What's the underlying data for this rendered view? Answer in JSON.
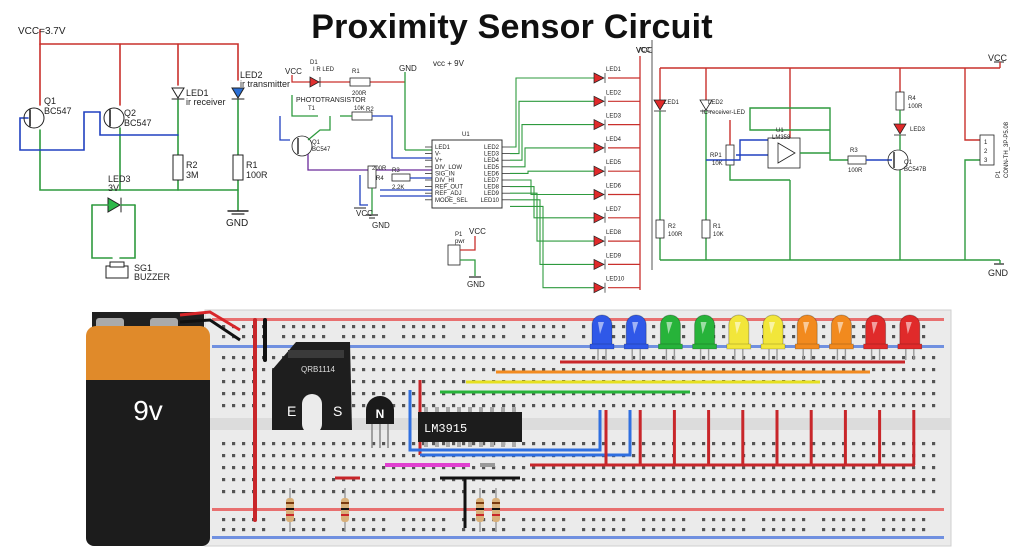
{
  "title": "Proximity Sensor Circuit",
  "schematic1": {
    "vcc": "VCC=3.7V",
    "q1": "Q1",
    "q1_part": "BC547",
    "q2": "Q2",
    "q2_part": "BC547",
    "led1": "LED1",
    "led1_desc": "ir receiver",
    "led2": "LED2",
    "led2_desc": "ir transmitter",
    "r2": "R2",
    "r2_val": "3M",
    "r1": "R1",
    "r1_val": "100R",
    "led3": "LED3",
    "led3_val": "3V",
    "sg1": "SG1",
    "sg1_desc": "BUZZER",
    "gnd": "GND"
  },
  "schematic2": {
    "vcc": "VCC",
    "vcc9": "vcc + 9V",
    "gnd": "GND",
    "d1": "D1",
    "d1_desc": "I R LED",
    "r1": "R1",
    "r1_val": "200R",
    "photo": "PHOTOTRANSISTOR",
    "t1": "T1",
    "r2_val": "10K",
    "r2": "R2",
    "q1": "Q1",
    "q1_part": "BC547",
    "r4_val": "200R",
    "r4": "R4",
    "r3": "R3",
    "r3_val": "2.2K",
    "u1": "U1",
    "ic_left_pins": [
      "LED1",
      "V-",
      "V+",
      "DIV_LOW",
      "SIG_IN",
      "DIV_HI",
      "REF_OUT",
      "REF_ADJ",
      "MODE_SEL"
    ],
    "ic_right_pins": [
      "LED2",
      "LED3",
      "LED4",
      "LED5",
      "LED6",
      "LED7",
      "LED8",
      "LED9",
      "LED10"
    ],
    "leds": [
      "LED1",
      "LED2",
      "LED3",
      "LED4",
      "LED5",
      "LED6",
      "LED7",
      "LED8",
      "LED9",
      "LED10"
    ],
    "p1": "P1",
    "p1_desc": "pwr"
  },
  "schematic3": {
    "vcc_left": "VCC",
    "vcc_right": "VCC",
    "led1": "LED1",
    "led2": "LED2",
    "led2_desc": "IC-receiver-LED",
    "u1": "U1",
    "u1_part": "LM358",
    "rp1": "RP1",
    "rp1_val": "10K",
    "r2": "R2",
    "r2_val": "100R",
    "r1": "R1",
    "r1_val": "10K",
    "r3": "R3",
    "r3_val": "100R",
    "r4": "R4",
    "r4_val": "100R",
    "led3": "LED3",
    "q1": "Q1",
    "q1_part": "BC547B",
    "p1": "P1",
    "p1_desc": "CONN-TH_3P-P5.08",
    "pins": [
      "1",
      "2",
      "3"
    ],
    "gnd": "GND"
  },
  "breadboard": {
    "battery_label": "9v",
    "sensor_label": "QRB1114",
    "sensor_e": "E",
    "sensor_s": "S",
    "transistor_label": "N",
    "ic_label": "LM3915",
    "led_colors": [
      "#2f58e8",
      "#2f58e8",
      "#27b33a",
      "#27b33a",
      "#f2e63a",
      "#f2e63a",
      "#f28a1e",
      "#f28a1e",
      "#e02a2a",
      "#e02a2a"
    ]
  }
}
